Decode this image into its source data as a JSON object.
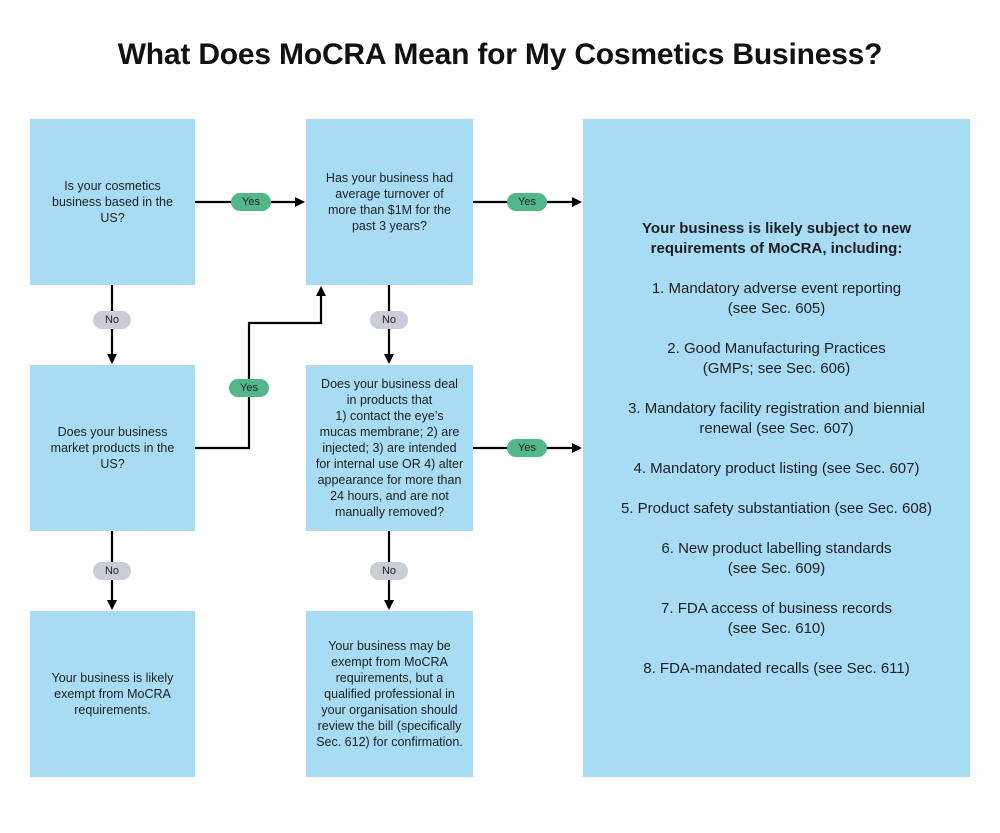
{
  "title": "What Does MoCRA Mean for My Cosmetics Business?",
  "boxes": {
    "q1": "Is your cosmetics\nbusiness based in the\nUS?",
    "q2": "Does your business\nmarket products in the\nUS?",
    "e1": "Your business is likely\nexempt from MoCRA\nrequirements.",
    "q3": "Has your business had\naverage turnover of\nmore than $1M for the\npast 3 years?",
    "q4": "Does your business deal\nin products that\n1) contact the eye’s\nmucas membrane; 2) are\ninjected; 3) are intended\nfor internal use OR 4) alter\nappearance for more than\n24 hours, and are not\nmanually removed?",
    "e2": "Your business may be\nexempt from MoCRA\nrequirements, but a\nqualified professional in\nyour organisation should\nreview the bill (specifically\nSec. 612) for confirmation."
  },
  "requirements": {
    "heading": "Your business is likely subject to new\nrequirements of MoCRA, including:",
    "items": [
      "1. Mandatory adverse event reporting\n(see Sec. 605)",
      "2. Good Manufacturing Practices\n(GMPs; see Sec. 606)",
      "3. Mandatory facility registration and biennial\nrenewal (see Sec. 607)",
      "4. Mandatory product listing (see Sec. 607)",
      "5. Product safety substantiation (see Sec. 608)",
      "6. New product labelling standards\n(see Sec. 609)",
      "7. FDA access of business records\n(see Sec. 610)",
      "8. FDA-mandated recalls (see Sec. 611)"
    ]
  },
  "labels": {
    "yes": "Yes",
    "no": "No"
  },
  "colors": {
    "box_fill": "#a8dcf5",
    "yes_pill": "#52b788",
    "no_pill": "#c9cdd6",
    "arrow": "#000000"
  }
}
